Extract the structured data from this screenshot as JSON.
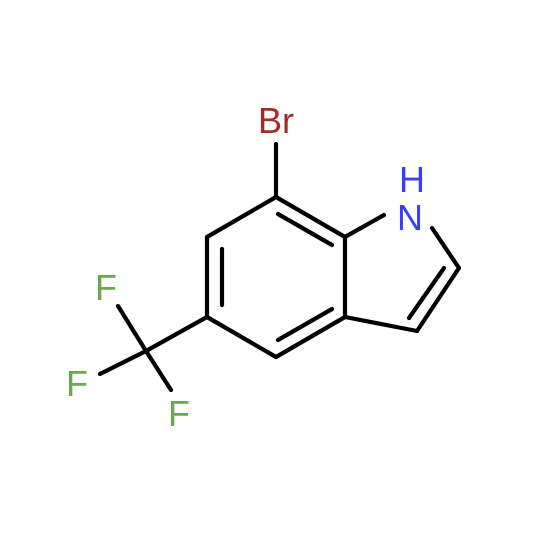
{
  "molecule": {
    "atoms": [
      {
        "id": "c1",
        "label": ""
      },
      {
        "id": "c2",
        "label": ""
      },
      {
        "id": "c3",
        "label": ""
      },
      {
        "id": "c4",
        "label": ""
      },
      {
        "id": "c5",
        "label": ""
      },
      {
        "id": "c6",
        "label": ""
      },
      {
        "id": "n1",
        "label": "N",
        "color": "#3b3bff"
      },
      {
        "id": "h1",
        "label": "H",
        "color": "#3b3bff"
      },
      {
        "id": "c7",
        "label": ""
      },
      {
        "id": "c8",
        "label": ""
      },
      {
        "id": "br",
        "label": "Br",
        "color": "#a52a2a"
      },
      {
        "id": "cf3",
        "label": ""
      },
      {
        "id": "f1",
        "label": "F",
        "color": "#6aa84f"
      },
      {
        "id": "f2",
        "label": "F",
        "color": "#6aa84f"
      },
      {
        "id": "f3",
        "label": "F",
        "color": "#6aa84f"
      }
    ],
    "bond_color": "#000000"
  }
}
